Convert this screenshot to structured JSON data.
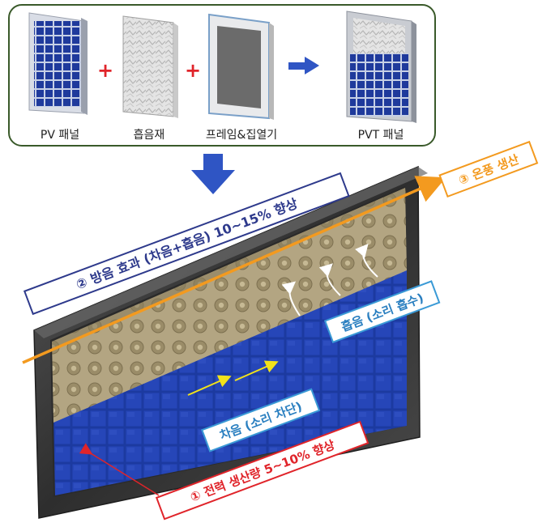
{
  "top_panel": {
    "components": [
      {
        "label": "PV 패널"
      },
      {
        "label": "흡음재"
      },
      {
        "label": "프레임&집열기"
      },
      {
        "label": "PVT 패널"
      }
    ],
    "operators": [
      "+",
      "+"
    ],
    "arrow_color": "#2f55c4"
  },
  "callouts": {
    "sound_insulation_effect": "② 방음 효과 (차음+흡음) 10~15% 향상",
    "heat_production": "③ 온풍 생산",
    "sound_absorption": "흡음 (소리 흡수)",
    "sound_blocking": "차음 (소리 차단)",
    "power_increase": "① 전력 생산량 5~10% 향상"
  },
  "colors": {
    "navy": "#2e3a8c",
    "orange": "#f39a1f",
    "sky": "#3a9ad6",
    "red": "#e0242a",
    "panel_blue": "#1f3fa8",
    "foam": "#a89a78",
    "frame": "#3b3b3b"
  }
}
